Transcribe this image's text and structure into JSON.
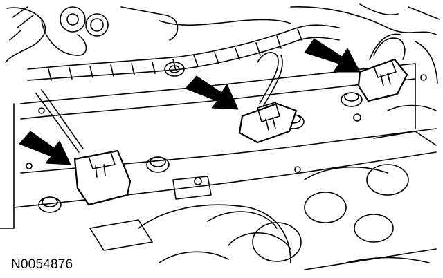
{
  "figure": {
    "reference_code": "N0054876",
    "callouts": [
      {
        "name": "arrow-left-connector"
      },
      {
        "name": "arrow-center-connector"
      },
      {
        "name": "arrow-right-connector"
      }
    ]
  }
}
